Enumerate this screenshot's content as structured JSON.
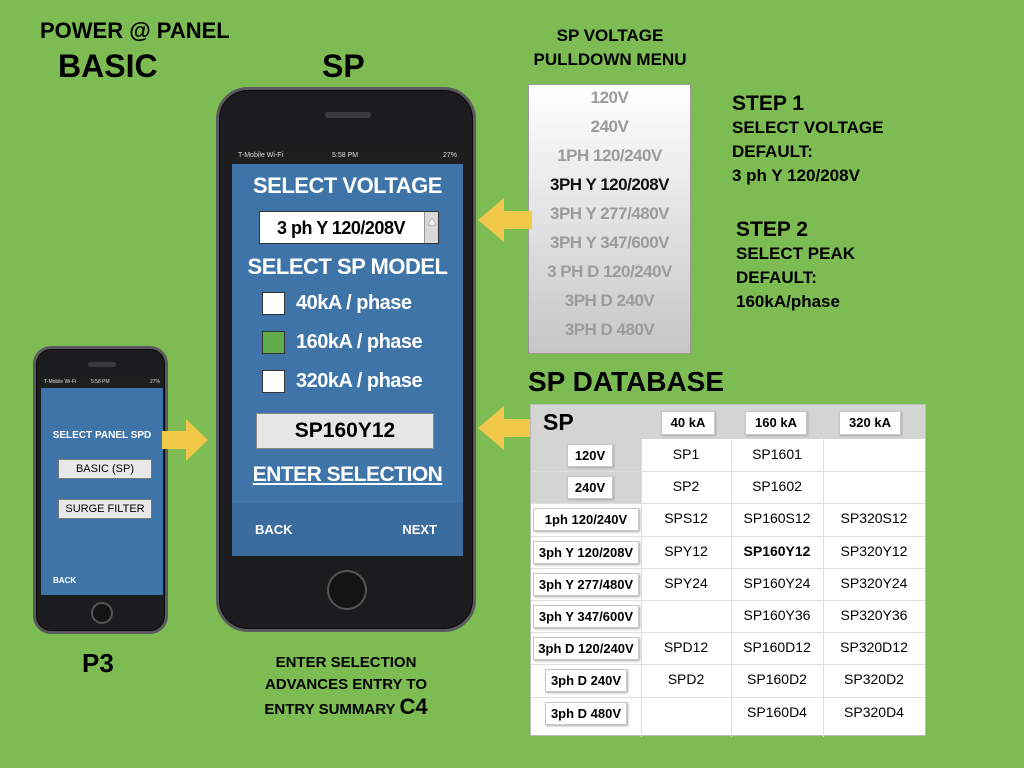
{
  "titles": {
    "power_panel": "POWER @ PANEL",
    "basic": "BASIC",
    "sp": "SP",
    "pulldown_title_1": "SP VOLTAGE",
    "pulldown_title_2": "PULLDOWN MENU",
    "database": "SP DATABASE",
    "p3": "P3"
  },
  "steps": {
    "step1": "STEP 1",
    "step1_l1": "SELECT VOLTAGE",
    "step1_l2": "DEFAULT:",
    "step1_l3": "3 ph Y 120/208V",
    "step2": "STEP 2",
    "step2_l1": "SELECT PEAK",
    "step2_l2": "DEFAULT:",
    "step2_l3": "160kA/phase"
  },
  "caption": {
    "line1": "ENTER SELECTION",
    "line2": "ADVANCES ENTRY TO",
    "line3": "ENTRY SUMMARY",
    "c4": "C4"
  },
  "small_phone": {
    "carrier": "T-Mobile Wi-Fi",
    "time": "5:58 PM",
    "battery": "27%",
    "title": "SELECT  PANEL SPD",
    "basic_btn": "BASIC (SP)",
    "surge_btn": "SURGE FILTER",
    "back": "BACK"
  },
  "big_phone": {
    "carrier": "T-Mobile Wi-Fi",
    "time": "5:58 PM",
    "battery": "27%",
    "select_voltage": "SELECT VOLTAGE",
    "voltage_value": "3 ph Y 120/208V",
    "select_model": "SELECT SP MODEL",
    "opt1": "40kA / phase",
    "opt2": "160kA / phase",
    "opt3": "320kA / phase",
    "model_value": "SP160Y12",
    "enter": "ENTER SELECTION",
    "back": "BACK",
    "next": "NEXT"
  },
  "pulldown": {
    "items": [
      "120V",
      "240V",
      "1PH 120/240V",
      "3PH Y 120/208V",
      "3PH Y 277/480V",
      "3PH Y 347/600V",
      "3 PH D 120/240V",
      "3PH D 240V",
      "3PH D 480V"
    ],
    "selected_index": 3
  },
  "db": {
    "corner": "SP",
    "cols": [
      "40 kA",
      "160 kA",
      "320 kA"
    ],
    "rows": [
      {
        "label": "120V",
        "v": [
          "SP1",
          "SP1601",
          ""
        ]
      },
      {
        "label": "240V",
        "v": [
          "SP2",
          "SP1602",
          ""
        ]
      },
      {
        "label": "1ph 120/240V",
        "v": [
          "SPS12",
          "SP160S12",
          "SP320S12"
        ]
      },
      {
        "label": "3ph Y 120/208V",
        "v": [
          "SPY12",
          "SP160Y12",
          "SP320Y12"
        ]
      },
      {
        "label": "3ph Y 277/480V",
        "v": [
          "SPY24",
          "SP160Y24",
          "SP320Y24"
        ]
      },
      {
        "label": "3ph Y 347/600V",
        "v": [
          "",
          "SP160Y36",
          "SP320Y36"
        ]
      },
      {
        "label": "3ph D 120/240V",
        "v": [
          "SPD12",
          "SP160D12",
          "SP320D12"
        ]
      },
      {
        "label": "3ph D 240V",
        "v": [
          "SPD2",
          "SP160D2",
          "SP320D2"
        ]
      },
      {
        "label": "3ph D 480V",
        "v": [
          "",
          "SP160D4",
          "SP320D4"
        ]
      }
    ]
  },
  "colors": {
    "background": "#7cbc52",
    "screen": "#3e74a8",
    "arrow": "#f2c84b",
    "checkbox_on": "#5fae4b"
  }
}
